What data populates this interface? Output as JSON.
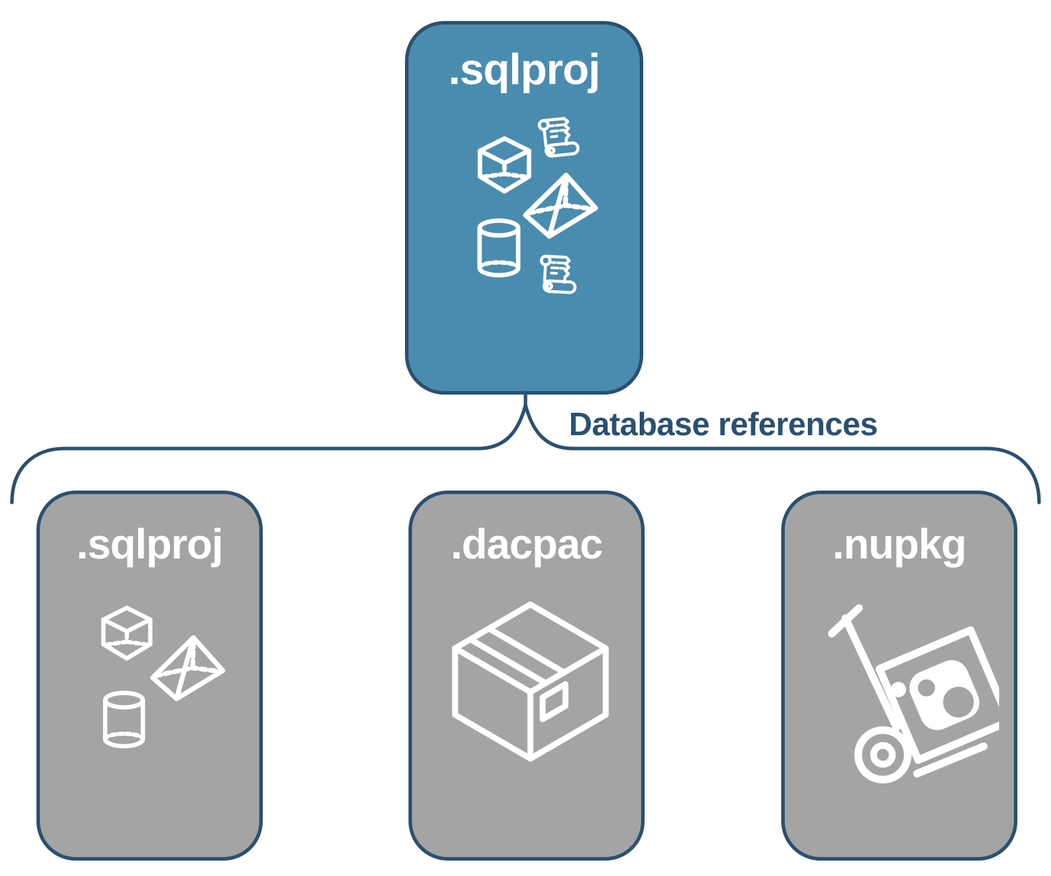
{
  "colors": {
    "accent": "#4a8caf",
    "card_gray": "#a4a4a4",
    "line": "#2b5070",
    "icon_white": "#ffffff"
  },
  "root_card": {
    "label": ".sqlproj",
    "icons": [
      "cube-icon",
      "scroll-icon",
      "pyramid-icon",
      "cylinder-icon",
      "scroll-icon"
    ]
  },
  "connector": {
    "label": "Database references"
  },
  "child_cards": [
    {
      "label": ".sqlproj",
      "icons": [
        "cube-icon",
        "pyramid-icon",
        "cylinder-icon"
      ]
    },
    {
      "label": ".dacpac",
      "icons": [
        "package-box-icon"
      ]
    },
    {
      "label": ".nupkg",
      "icons": [
        "nuget-dolly-icon"
      ]
    }
  ]
}
